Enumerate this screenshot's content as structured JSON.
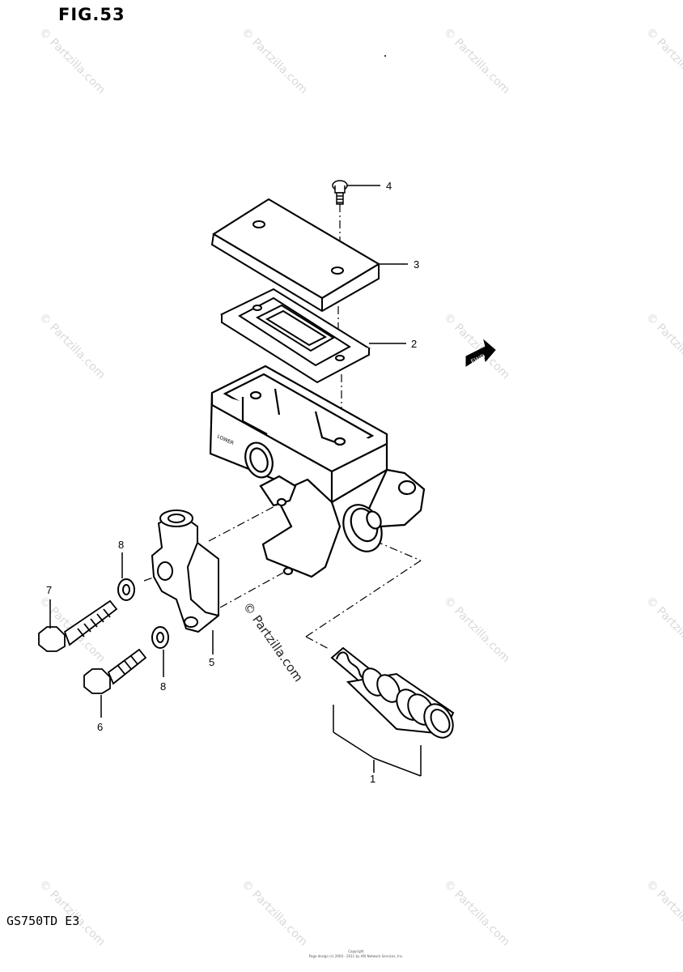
{
  "figure": {
    "title": "FIG.53",
    "model_code": "GS750TD E3",
    "copyright_lines": [
      "Copyright",
      "Page design (c) 2004 - 2011 by ARI Network Services, Inc."
    ]
  },
  "watermark": {
    "text": "© Partzilla.com"
  },
  "fwd_tag": "FWD",
  "cap_text": "LOWER",
  "callouts": [
    {
      "id": "1",
      "label": "1"
    },
    {
      "id": "2",
      "label": "2"
    },
    {
      "id": "3",
      "label": "3"
    },
    {
      "id": "4",
      "label": "4"
    },
    {
      "id": "5",
      "label": "5"
    },
    {
      "id": "6",
      "label": "6"
    },
    {
      "id": "7",
      "label": "7"
    },
    {
      "id": "8a",
      "label": "8"
    },
    {
      "id": "8b",
      "label": "8"
    }
  ]
}
